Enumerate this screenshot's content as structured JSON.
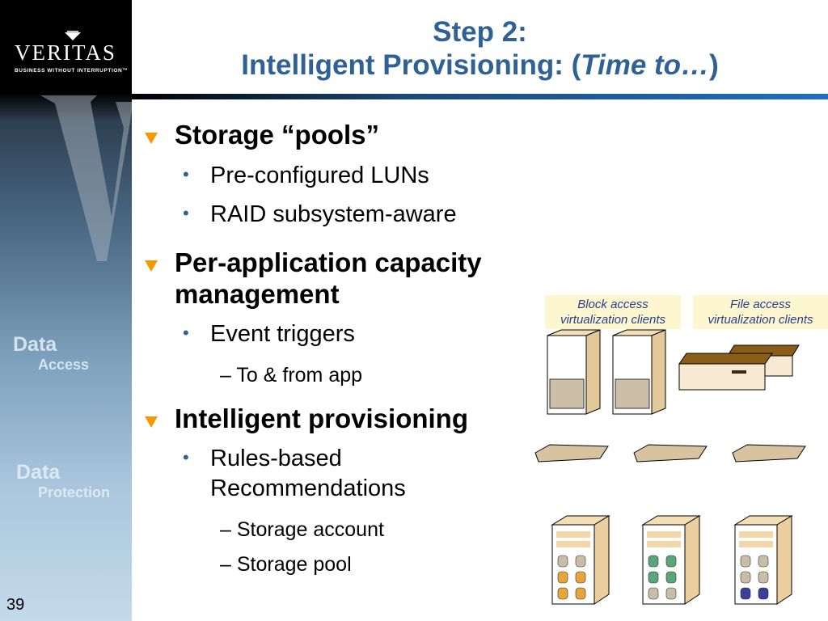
{
  "logo": {
    "word": "VERITAS",
    "tagline": "BUSINESS WITHOUT INTERRUPTION™"
  },
  "sidebar": {
    "data_access": [
      "Data",
      "Access"
    ],
    "data_protection": [
      "Data",
      "Protection"
    ]
  },
  "title": {
    "line1": "Step 2:",
    "line2_main": "Intelligent Provisioning: (",
    "line2_italic": "Time to…",
    ")": ")"
  },
  "bullets": [
    {
      "text": "Storage “pools”",
      "subs": [
        "Pre-configured LUNs",
        "RAID subsystem-aware"
      ]
    },
    {
      "text_lines": [
        "Per-application capacity",
        "management"
      ],
      "subs": [
        "Event triggers"
      ],
      "subsubs": [
        "– To & from app"
      ]
    },
    {
      "text": "Intelligent provisioning",
      "subs_lines": [
        "Rules-based",
        "Recommendations"
      ],
      "subsubs": [
        "– Storage account",
        "– Storage pool"
      ]
    }
  ],
  "diagram": {
    "block_label": [
      "Block access",
      "virtualization clients"
    ],
    "file_label": [
      "File access",
      "virtualization clients"
    ],
    "pool_colors": [
      "#e8a63a",
      "#5aa57a",
      "#3a3f9a"
    ]
  },
  "accent": "#f29a00",
  "title_color": "#2f6196",
  "page_number": "39"
}
